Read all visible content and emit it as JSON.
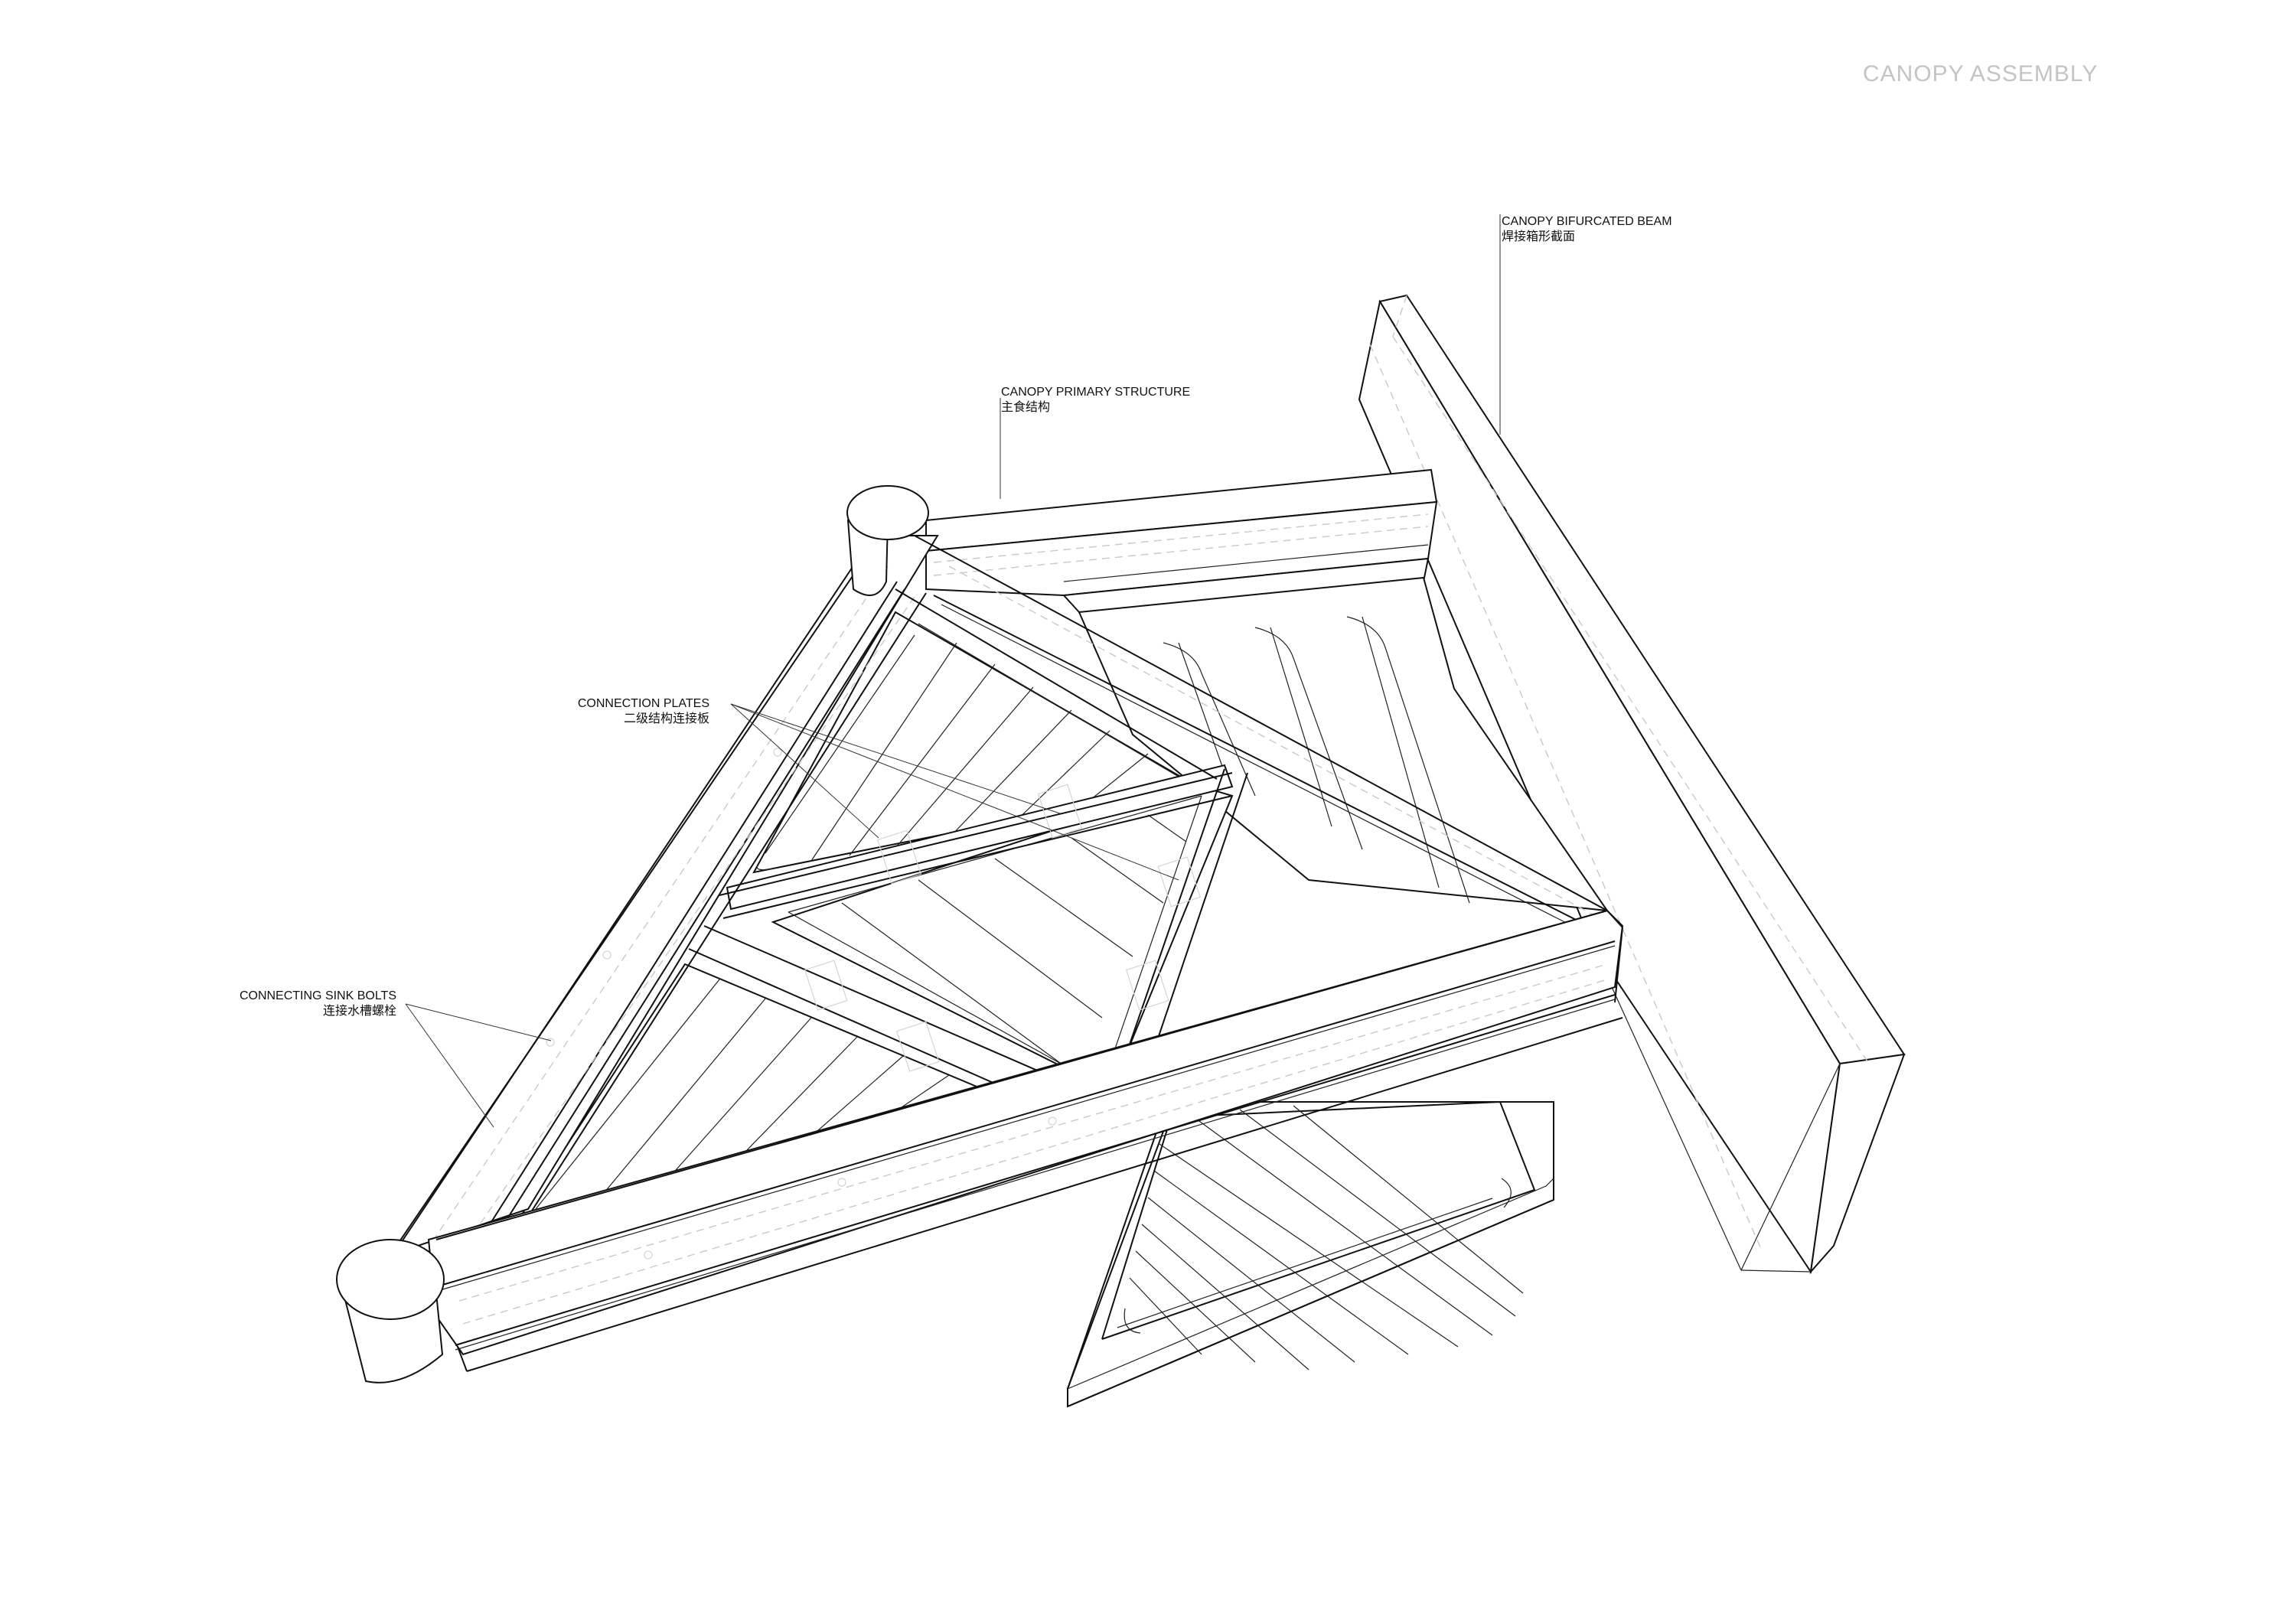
{
  "sheet": {
    "title": "CANOPY ASSEMBLY"
  },
  "labels": {
    "bifurcated_beam": {
      "en": "CANOPY BIFURCATED BEAM",
      "cn": "焊接箱形截面"
    },
    "primary_structure": {
      "en": "CANOPY PRIMARY STRUCTURE",
      "cn": "主食结构"
    },
    "connection_plates": {
      "en": "CONNECTION PLATES",
      "cn": "二级结构连接板"
    },
    "sink_bolts": {
      "en": "CONNECTING SINK BOLTS",
      "cn": "连接水槽螺栓"
    }
  },
  "colors": {
    "line": "#111111",
    "hidden_line": "#c9c9c9",
    "title": "#c4c4c4",
    "background": "#ffffff"
  }
}
